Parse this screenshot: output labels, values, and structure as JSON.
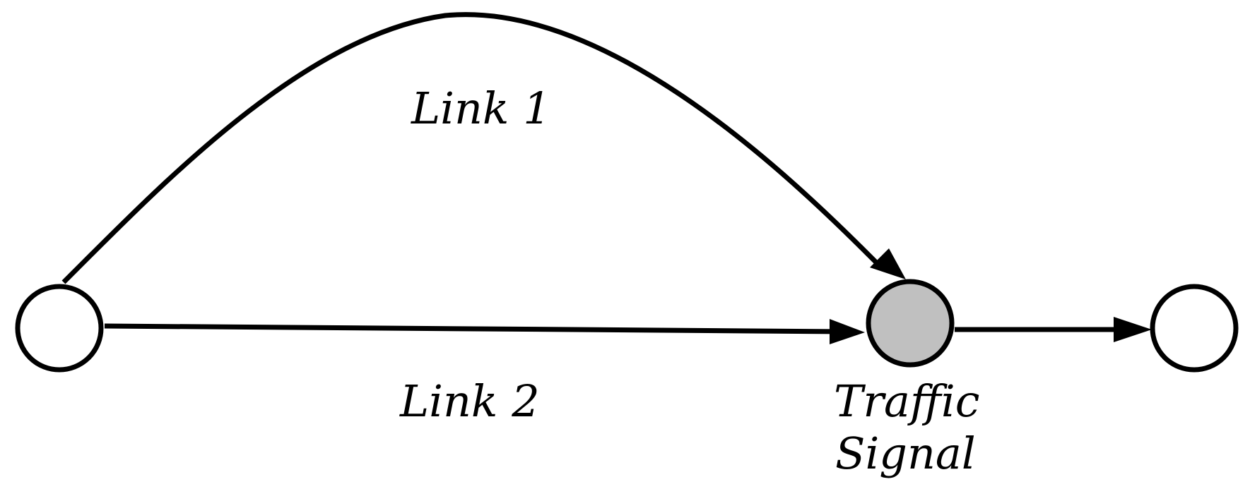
{
  "diagram": {
    "labels": {
      "link1": "Link 1",
      "link2": "Link 2",
      "signal_line1": "Traffic",
      "signal_line2": "Signal"
    },
    "colors": {
      "stroke": "#000000",
      "plain_node_fill": "#ffffff",
      "signal_node_fill": "#c0c0c0"
    },
    "nodes": [
      {
        "id": "origin",
        "type": "plain"
      },
      {
        "id": "traffic-signal",
        "type": "signal"
      },
      {
        "id": "destination",
        "type": "plain"
      }
    ],
    "edges": [
      {
        "id": "link-1",
        "from": "origin",
        "to": "traffic-signal",
        "shape": "curved",
        "label": "Link 1"
      },
      {
        "id": "link-2",
        "from": "origin",
        "to": "traffic-signal",
        "shape": "straight",
        "label": "Link 2"
      },
      {
        "id": "link-out",
        "from": "traffic-signal",
        "to": "destination",
        "shape": "straight"
      }
    ]
  }
}
